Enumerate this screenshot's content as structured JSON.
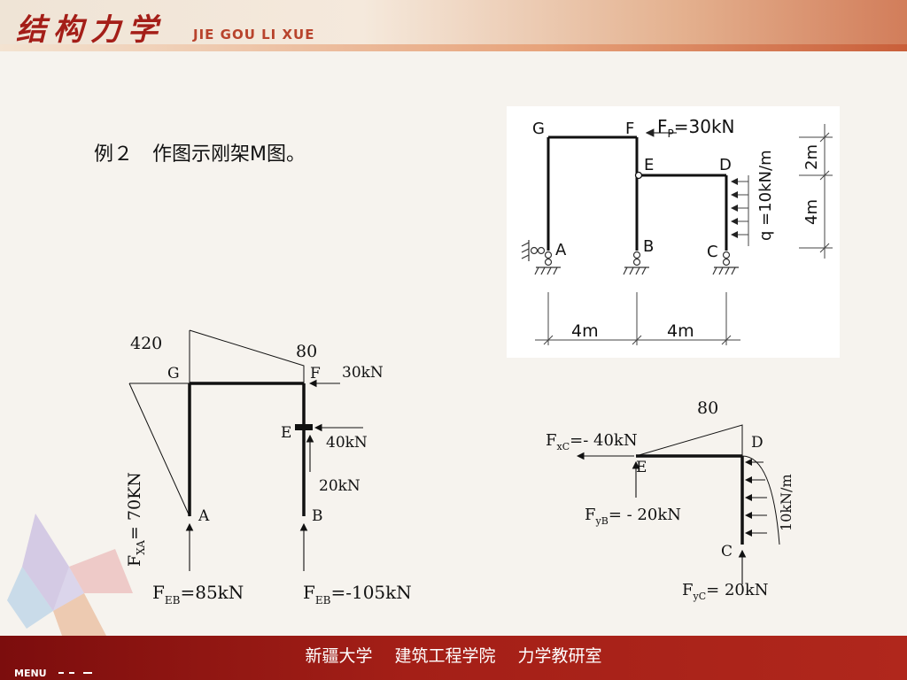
{
  "header": {
    "title": "结构力学",
    "subtitle": "JIE GOU LI XUE"
  },
  "problem": {
    "statement": "例２　作图示刚架M图。"
  },
  "structure_diagram": {
    "nodes": {
      "g": "G",
      "f": "F",
      "e": "E",
      "d": "D",
      "a": "A",
      "b": "B",
      "c": "C"
    },
    "load_fp": "F",
    "load_fp_sub": "P",
    "load_fp_val": "=30kN",
    "load_q": "q =10kN/m",
    "dim_2m": "2m",
    "dim_4m_vert": "4m",
    "dim_4m_left": "4m",
    "dim_4m_right": "4m"
  },
  "moment_diagram": {
    "m420": "420",
    "m80": "80",
    "g": "G",
    "f": "F",
    "e": "E",
    "a": "A",
    "b": "B",
    "f30": "30kN",
    "f40": "40kN",
    "f20": "20kN",
    "fxa_main": "F",
    "fxa_sub": "XA",
    "fxa_val": "= 70KN",
    "feb1_main": "F",
    "feb1_sub": "EB",
    "feb1_val": "=85kN",
    "feb2_main": "F",
    "feb2_sub": "EB",
    "feb2_val": "=-105kN"
  },
  "segment_diagram": {
    "m80": "80",
    "d": "D",
    "e": "E",
    "c": "C",
    "q": "10kN/m",
    "fxc_main": "F",
    "fxc_sub": "xC",
    "fxc_val": "=- 40kN",
    "fyb_main": "F",
    "fyb_sub": "yB",
    "fyb_val": "= - 20kN",
    "fyc_main": "F",
    "fyc_sub": "yC",
    "fyc_val": "= 20kN"
  },
  "footer": {
    "text": "新疆大学　 建筑工程学院　 力学教研室",
    "menu": "MENU"
  }
}
